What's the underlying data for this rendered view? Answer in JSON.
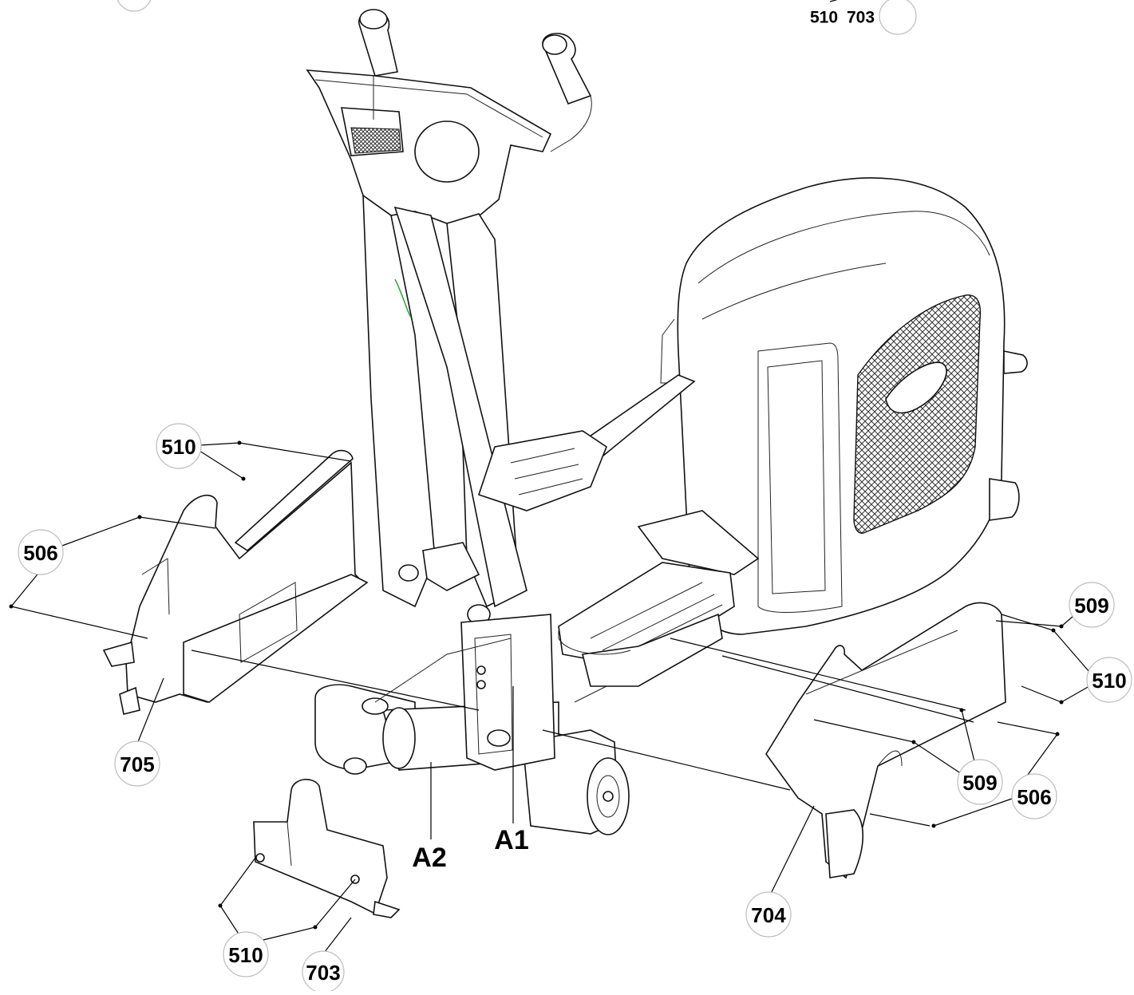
{
  "header_labels": {
    "left": "510",
    "right": "703"
  },
  "callouts": {
    "c510_left": "510",
    "c506_left": "506",
    "c705": "705",
    "c510_bottom": "510",
    "c703": "703",
    "c704": "704",
    "c506_right": "506",
    "c509_lower": "509",
    "c510_right": "510",
    "c509_upper": "509"
  },
  "assembly_labels": {
    "a1": "A1",
    "a2": "A2"
  }
}
